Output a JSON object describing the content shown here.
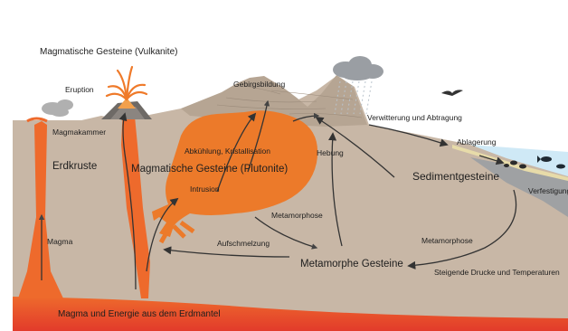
{
  "labels": {
    "vulkanite": "Magmatische Gesteine (Vulkanite)",
    "eruption": "Eruption",
    "gebirgsbildung": "Gebirgsbildung",
    "verwitterung": "Verwitterung und Abtragung",
    "magmakammer": "Magmakammer",
    "abkuehlung": "Abkühlung, Kristallisation",
    "hebung": "Hebung",
    "ablagerung": "Ablagerung",
    "erdkruste": "Erdkruste",
    "plutonite": "Magmatische Gesteine (Plutonite)",
    "sedimentgesteine": "Sedimentgesteine",
    "verfestigung": "Verfestigung",
    "intrusion": "Intrusion",
    "metamorphose_left": "Metamorphose",
    "magma": "Magma",
    "aufschmelzung": "Aufschmelzung",
    "metamorphose_right": "Metamorphose",
    "metamorphe": "Metamorphe Gesteine",
    "druck": "Steigende Drucke und Temperaturen",
    "mantel": "Magma und Energie aus dem Erdmantel"
  },
  "colors": {
    "crust": "#c8b7a6",
    "mountain": "#b3a291",
    "magma": "#ec7a2a",
    "mantle": "#e8452c",
    "sky": "#ffffff",
    "sea": "#cfe9f6",
    "sediment": "#9fa1a3",
    "arrow": "#333333"
  },
  "icons": [
    "bird-icon",
    "cloud-icon",
    "fish-icon",
    "volcano-icon",
    "smoke-icon",
    "rain-icon"
  ]
}
